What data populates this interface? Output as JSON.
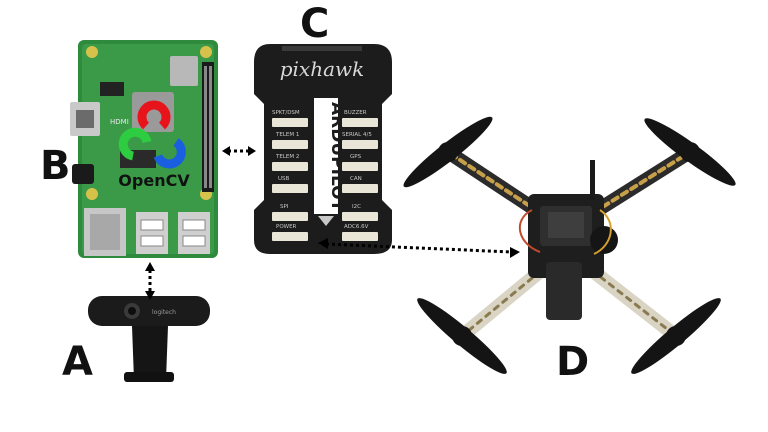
{
  "labels": {
    "a": "A",
    "b": "B",
    "c": "C",
    "d": "D"
  },
  "raspberry_pi": {
    "logo_text": "OpenCV",
    "hdmi_label": "HDMI"
  },
  "flight_controller": {
    "brand": "pixhawk",
    "firmware": "ARDUPILOT",
    "ports_left": [
      "SPKT/DSM",
      "TELEM 1",
      "TELEM 2",
      "USB",
      "SPI",
      "POWER"
    ],
    "ports_right": [
      "BUZZER",
      "SERIAL 4/5",
      "GPS",
      "CAN",
      "I2C",
      "ADC6.6V"
    ]
  },
  "webcam": {
    "brand": "logitech"
  },
  "colors": {
    "board_green": "#2e8b3e",
    "fc_black": "#1c1c1c",
    "arrow": "#000000",
    "opencv_red": "#e8141b",
    "opencv_green": "#2ecc40",
    "opencv_blue": "#1a5fe0"
  }
}
